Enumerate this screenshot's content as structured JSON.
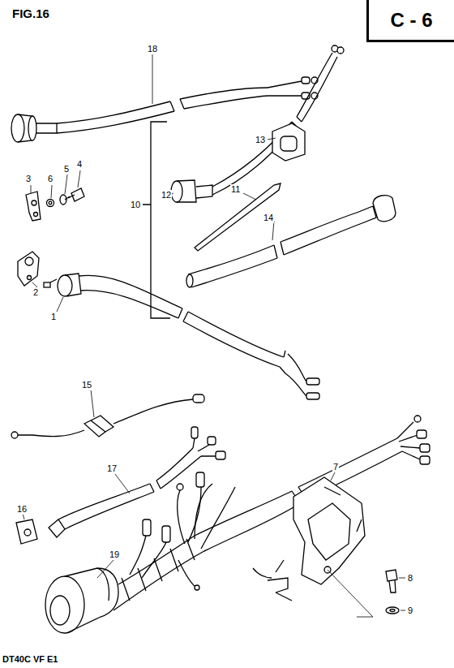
{
  "diagram": {
    "title": "FIG.16",
    "caption": "DT40C VF E1",
    "nodes": [
      {
        "text": [
          "C - 6"
        ]
      }
    ],
    "labels": [
      "18",
      "3",
      "6",
      "5",
      "4",
      "2",
      "1",
      "10",
      "12",
      "13",
      "11",
      "14",
      "15",
      "16",
      "17",
      "7",
      "8",
      "9",
      "19"
    ]
  }
}
